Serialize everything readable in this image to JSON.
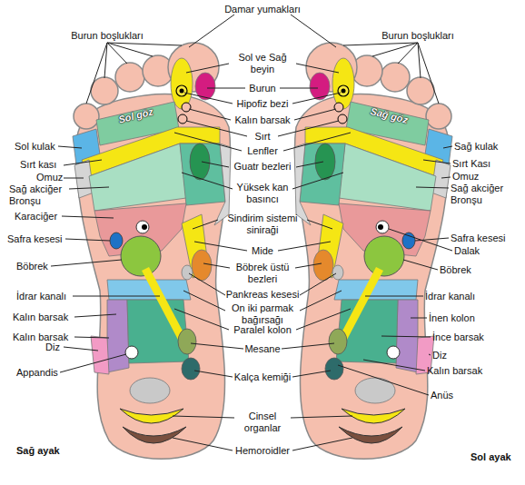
{
  "diagram": {
    "nodes": [
      {
        "text": [
          "Sol göz"
        ]
      },
      {
        "text": [
          "Sağ göz"
        ]
      }
    ],
    "labels": [
      "Damar yumakları",
      "Burun boşlukları",
      "Burun boşlukları",
      "Sol ve Sağ beyin",
      "Burun",
      "Hipofiz bezi",
      "Kalın barsak",
      "Sırt",
      "Lenfler",
      "Guatr bezleri",
      "Yüksek kan basıncı",
      "Sindirim sistemi siniraği",
      "Mide",
      "Böbrek üstü bezleri",
      "Pankreas kesesi",
      "On iki parmak bağırsağı",
      "Paralel kolon",
      "Mesane",
      "Kalça kemiği",
      "Cinsel organlar",
      "Hemoroidler",
      "Sol kulak",
      "Sırt kası",
      "Omuz",
      "Sağ akciğer Bronşu",
      "Karaciğer",
      "Safra kesesi",
      "Böbrek",
      "İdrar kanalı",
      "Kalın barsak",
      "Kalın barsak",
      "Diz",
      "Appandis",
      "Sağ ayak",
      "Sağ kulak",
      "Sırt Kası",
      "Omuz",
      "Sağ akciğer Bronşu",
      "Safra kesesi",
      "Dalak",
      "Böbrek",
      "İdrar kanalı",
      "İnen kolon",
      "İnce barsak",
      "Diz",
      "Kalın barsak",
      "Anüs",
      "Sol ayak"
    ]
  }
}
